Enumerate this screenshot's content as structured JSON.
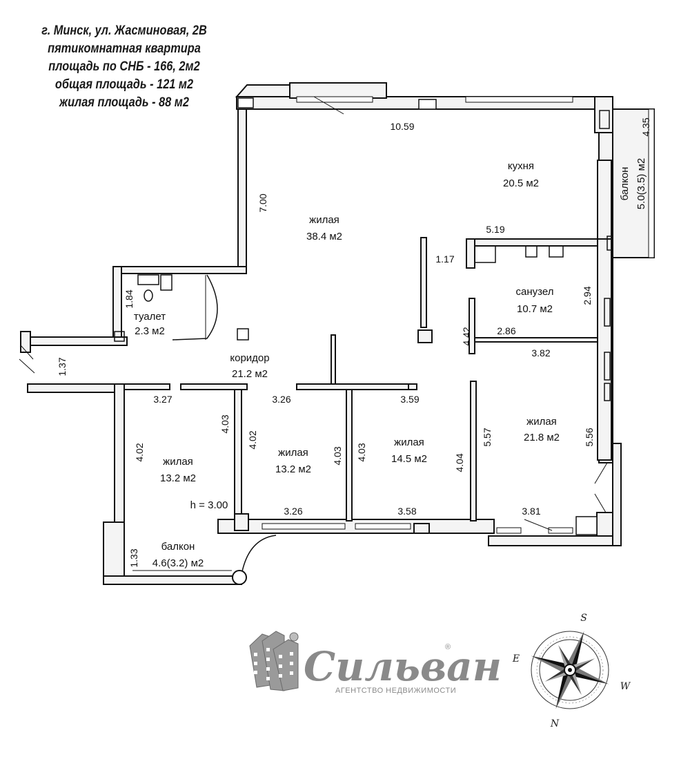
{
  "header": {
    "address": "г. Минск, ул. Жасминовая, 2В",
    "apartment_type": "пятикомнатная квартира",
    "area_snb": "площадь по СНБ - 166, 2м2",
    "area_total": "общая площадь - 121 м2",
    "area_living": "жилая площадь - 88 м2"
  },
  "rooms": {
    "kitchen": {
      "name": "кухня",
      "area": "20.5 м2"
    },
    "living_main": {
      "name": "жилая",
      "area": "38.4 м2"
    },
    "toilet": {
      "name": "туалет",
      "area": "2.3 м2"
    },
    "corridor": {
      "name": "коридор",
      "area": "21.2 м2"
    },
    "bathroom": {
      "name": "санузел",
      "area": "10.7 м2"
    },
    "living_east": {
      "name": "жилая",
      "area": "21.8 м2"
    },
    "living_1": {
      "name": "жилая",
      "area": "13.2 м2"
    },
    "living_2": {
      "name": "жилая",
      "area": "13.2 м2"
    },
    "living_3": {
      "name": "жилая",
      "area": "14.5 м2"
    },
    "balcony_south": {
      "name": "балкон",
      "area": "4.6(3.2) м2"
    },
    "balcony_east": {
      "label": "балкон",
      "area": "5.0(3.5) м2"
    }
  },
  "ceiling_height": "h = 3.00",
  "dimensions": {
    "top_width": "10.59",
    "left_wall": "7.00",
    "balcony_east_len": "4.35",
    "kitchen_partition": "5.19",
    "partition_117": "1.17",
    "toilet_184": "1.84",
    "bath_294": "2.94",
    "bath_442": "4.42",
    "bath_286": "2.86",
    "bath_382": "3.82",
    "entry_137": "1.37",
    "r1_top": "3.27",
    "r2_top": "3.26",
    "r3_top": "3.59",
    "r1_left": "4.02",
    "r1_right": "4.03",
    "r2_left": "4.02",
    "r2_right": "4.03",
    "r3_left": "4.03",
    "r3_right": "4.04",
    "r4_left": "5.57",
    "r4_right": "5.56",
    "r2_bottom": "3.26",
    "r3_bottom": "3.58",
    "r4_bottom": "3.81",
    "balc_133": "1.33"
  },
  "logo": {
    "name": "Сильван",
    "subtitle": "АГЕНТСТВО НЕДВИЖИМОСТИ",
    "registered": "®"
  },
  "compass": {
    "n": "N",
    "s": "S",
    "e": "E",
    "w": "W"
  }
}
